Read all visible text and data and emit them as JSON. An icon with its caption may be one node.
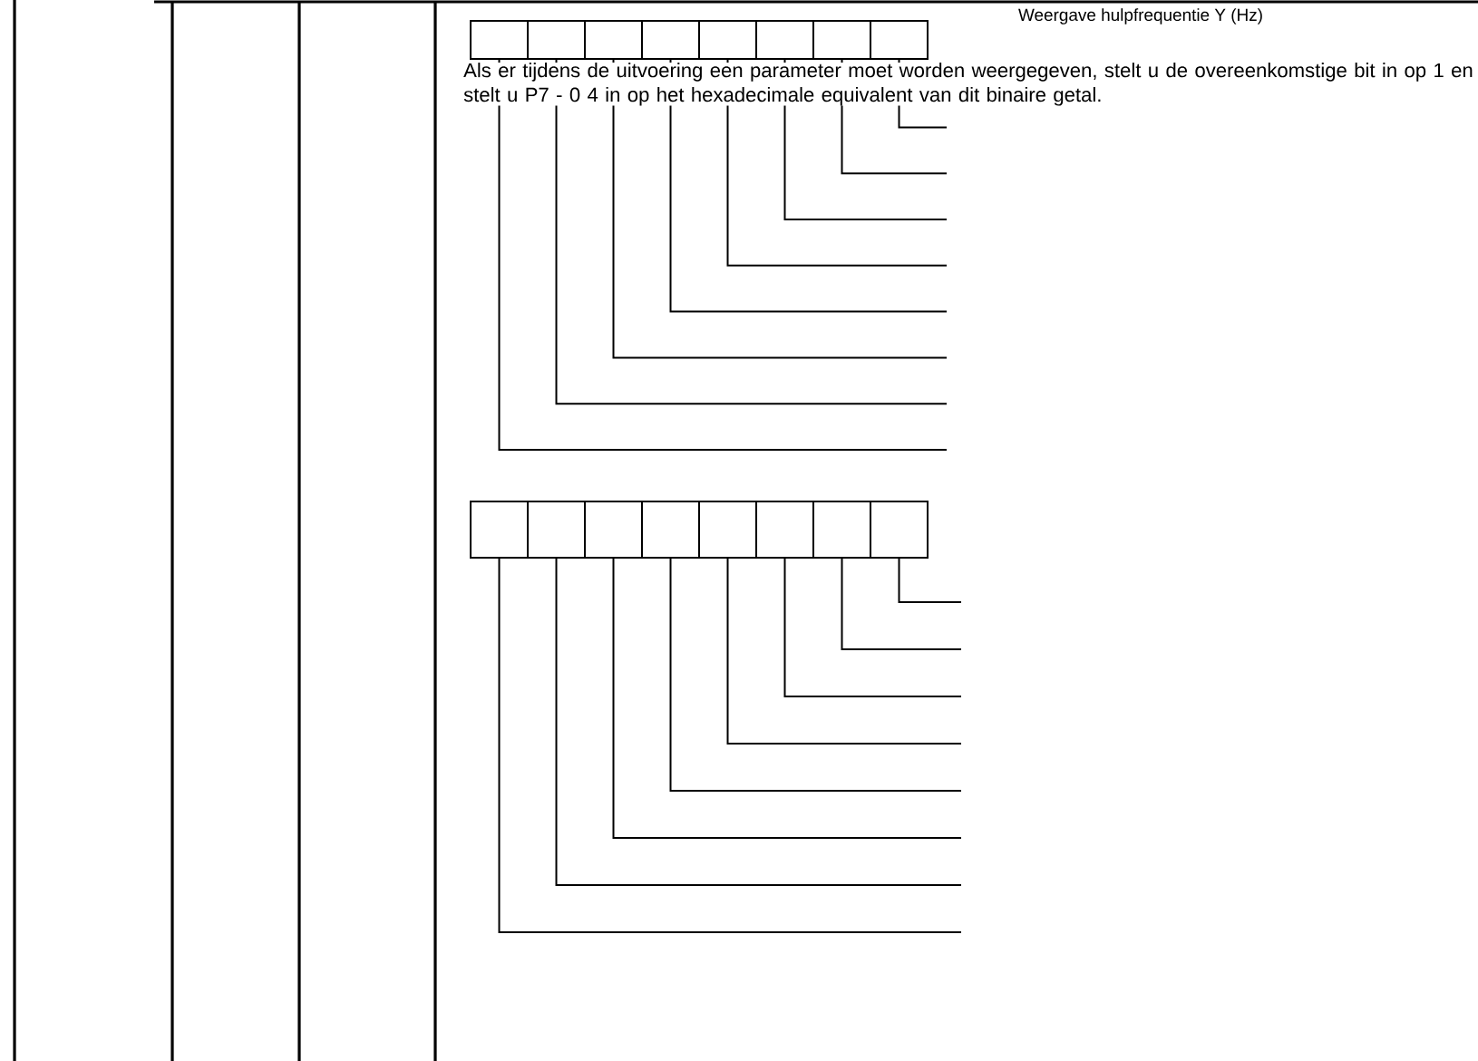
{
  "diagram": {
    "nodes": [
      {
        "text": [],
        "shape": "box"
      },
      {
        "text": [],
        "shape": "box"
      },
      {
        "text": [],
        "shape": "box"
      },
      {
        "text": [],
        "shape": "box"
      },
      {
        "text": [],
        "shape": "box"
      },
      {
        "text": [],
        "shape": "box"
      },
      {
        "text": [],
        "shape": "box"
      },
      {
        "text": [],
        "shape": "box"
      },
      {
        "text": [],
        "shape": "box"
      },
      {
        "text": [],
        "shape": "box"
      },
      {
        "text": [],
        "shape": "box"
      },
      {
        "text": [],
        "shape": "box"
      },
      {
        "text": [],
        "shape": "box"
      },
      {
        "text": [],
        "shape": "box"
      },
      {
        "text": [],
        "shape": "box"
      },
      {
        "text": [],
        "shape": "box"
      }
    ],
    "edges": [
      {
        "from": 0,
        "to": null,
        "arrow": "none"
      },
      {
        "from": 1,
        "to": null,
        "arrow": "none"
      },
      {
        "from": 2,
        "to": null,
        "arrow": "none"
      },
      {
        "from": 3,
        "to": null,
        "arrow": "none"
      },
      {
        "from": 4,
        "to": null,
        "arrow": "none"
      },
      {
        "from": 5,
        "to": null,
        "arrow": "none"
      },
      {
        "from": 6,
        "to": null,
        "arrow": "none"
      },
      {
        "from": 7,
        "to": null,
        "arrow": "none"
      },
      {
        "from": 8,
        "to": null,
        "arrow": "none"
      },
      {
        "from": 9,
        "to": null,
        "arrow": "none"
      },
      {
        "from": 10,
        "to": null,
        "arrow": "none"
      },
      {
        "from": 11,
        "to": null,
        "arrow": "none"
      },
      {
        "from": 12,
        "to": null,
        "arrow": "none"
      },
      {
        "from": 13,
        "to": null,
        "arrow": "none"
      },
      {
        "from": 14,
        "to": null,
        "arrow": "none"
      },
      {
        "from": 15,
        "to": null,
        "arrow": "none"
      }
    ],
    "labels": [
      "Weergave hulpfrequentie Y (Hz)",
      "Als er tijdens de uitvoering een parameter moet worden weergegeven, stelt u de overeenkomstige bit in op 1 en stelt u P7 - 0 4 in op het hexadecimale equivalent van dit binaire getal."
    ]
  }
}
